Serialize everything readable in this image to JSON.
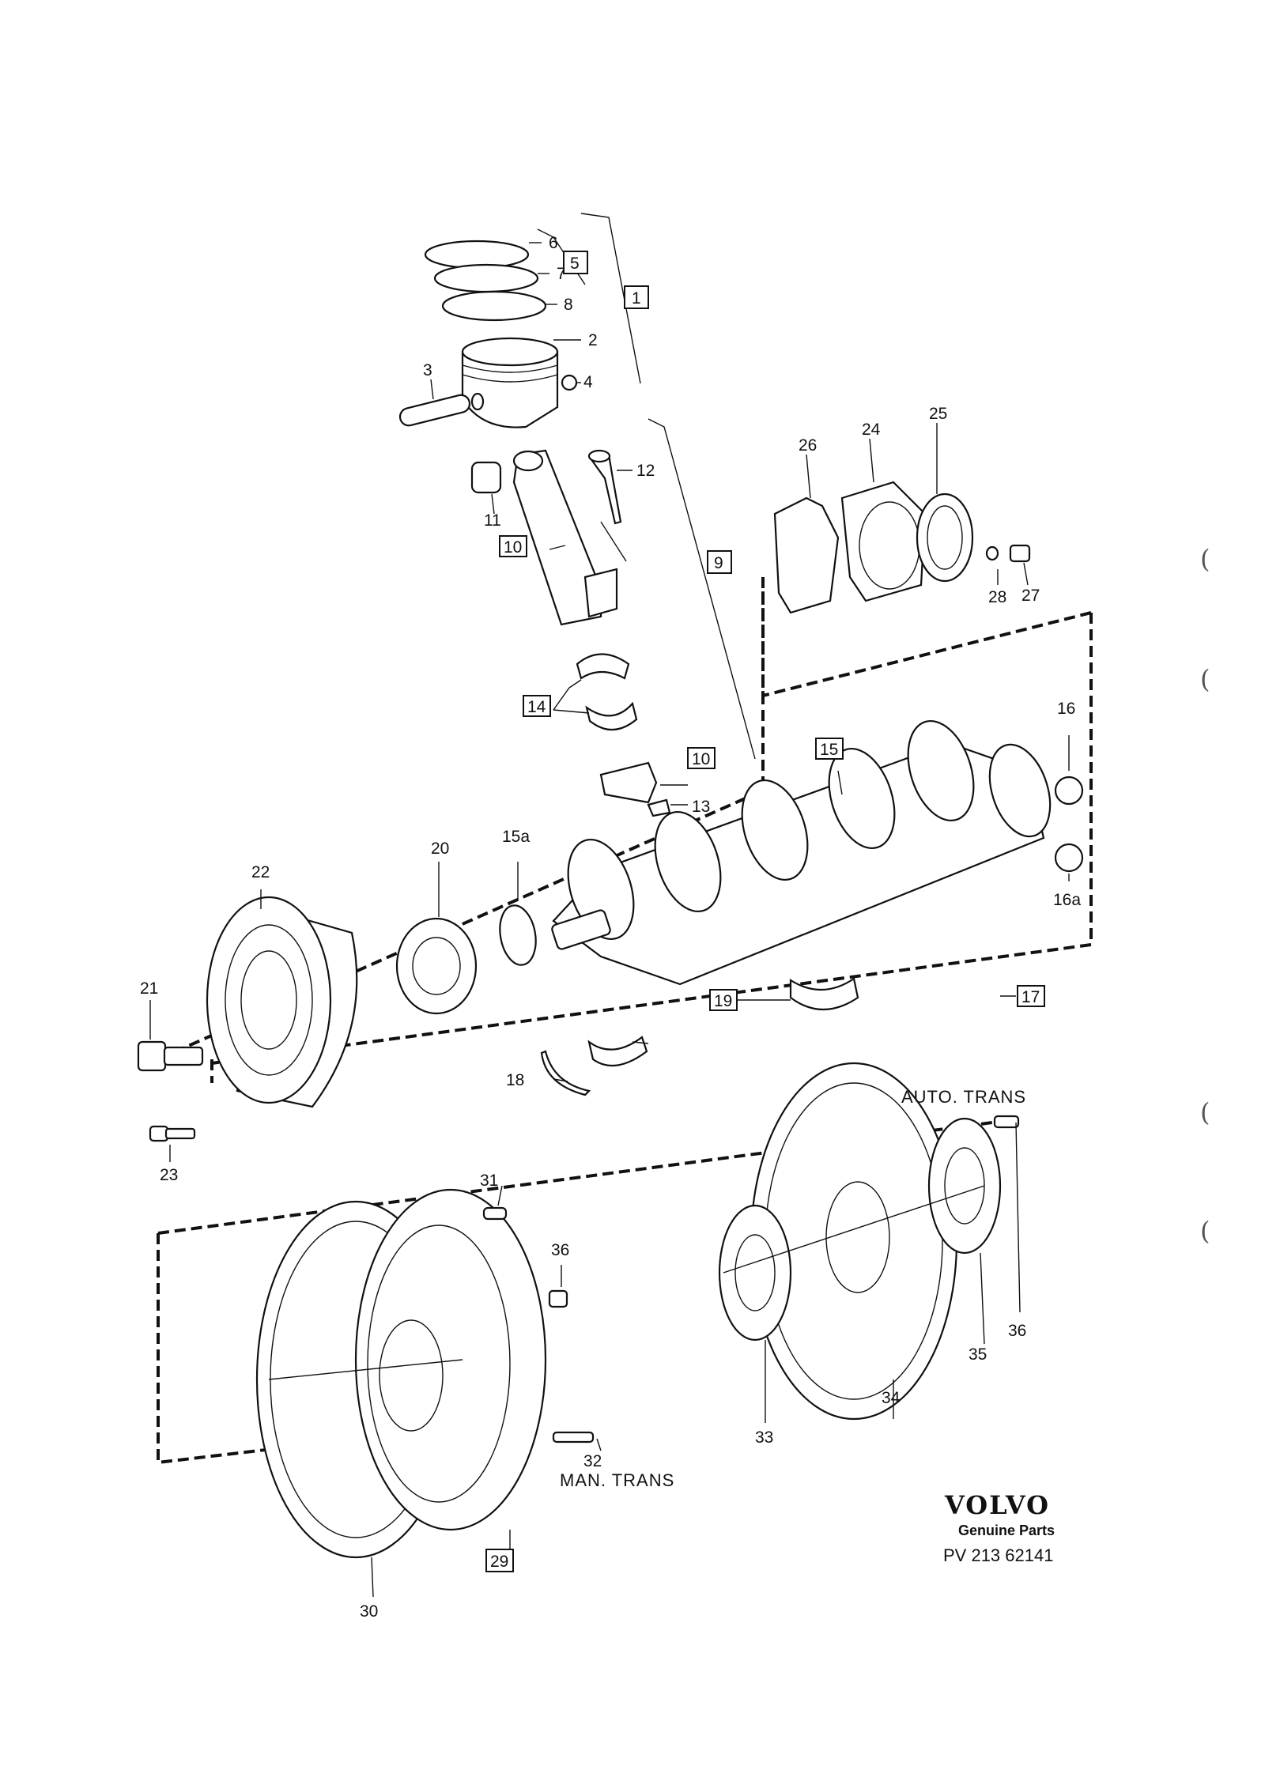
{
  "labels": {
    "p1": "1",
    "p2": "2",
    "p3": "3",
    "p4": "4",
    "p5": "5",
    "p6": "6",
    "p7": "7",
    "p8": "8",
    "p9": "9",
    "p10a": "10",
    "p10b": "10",
    "p11": "11",
    "p12": "12",
    "p13": "13",
    "p14": "14",
    "p15": "15",
    "p15a": "15a",
    "p16": "16",
    "p16a": "16a",
    "p17": "17",
    "p18": "18",
    "p19": "19",
    "p20": "20",
    "p21": "21",
    "p22": "22",
    "p23": "23",
    "p24": "24",
    "p25": "25",
    "p26": "26",
    "p27": "27",
    "p28": "28",
    "p29": "29",
    "p30": "30",
    "p31": "31",
    "p32": "32",
    "p33": "33",
    "p34": "34",
    "p35": "35",
    "p36a": "36",
    "p36b": "36"
  },
  "notes": {
    "auto_trans": "AUTO. TRANS",
    "man_trans": "MAN. TRANS"
  },
  "brand": {
    "logo": "VOLVO",
    "tagline": "Genuine Parts",
    "part_number": "PV 213 62141"
  },
  "margin_marks": [
    "(",
    "(",
    "(",
    "("
  ]
}
